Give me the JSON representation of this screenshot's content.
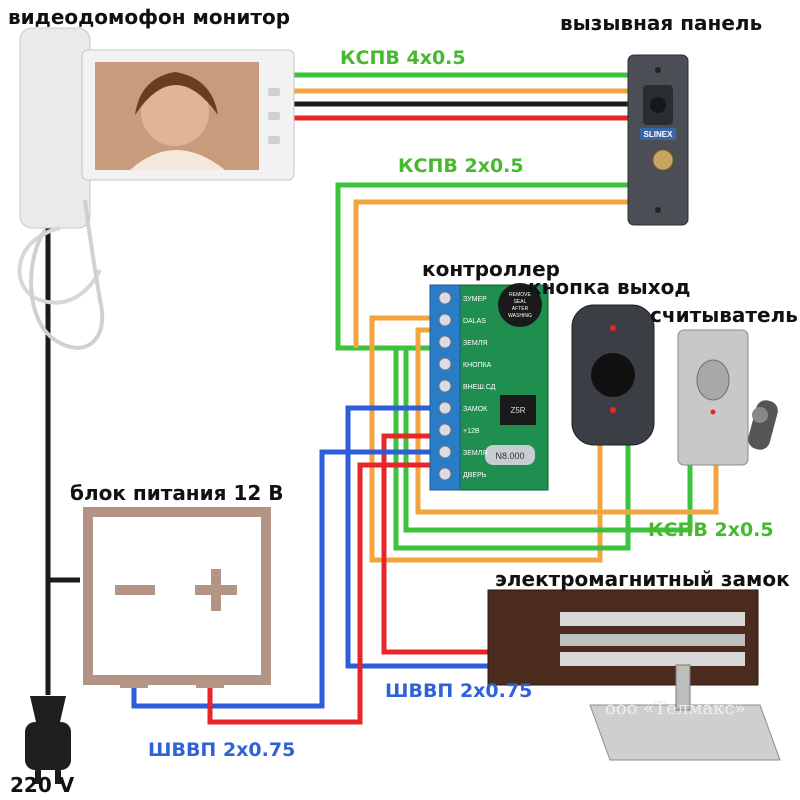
{
  "labels": {
    "monitor": "видеодомофон монитор",
    "call_panel": "вызывная панель",
    "controller": "контроллер",
    "exit_button": "кнопка выход",
    "reader": "считыватель",
    "power_supply": "блок питания 12 В",
    "lock": "электромагнитный замок",
    "voltage": "220 V",
    "watermark": "ооо «Телмакс»"
  },
  "cables": {
    "kspv_4": "КСПВ 4х0.5",
    "kspv_2_top": "КСПВ 2х0.5",
    "kspv_2_bottom": "КСПВ 2х0.5",
    "shvvp_right": "ШВВП 2х0.75",
    "shvvp_left": "ШВВП 2х0.75"
  },
  "controller_terminals": [
    "ЗУМЕР",
    "DALAS",
    "ЗЕМЛЯ",
    "КНОПКА",
    "ВНЕШ.СД",
    "ЗАМОК",
    "+12В",
    "ЗЕМЛЯ",
    "ДВЕРЬ"
  ],
  "controller_chip": "Z5R",
  "crystal": "N8.000",
  "buzzer_text": [
    "REMOVE",
    "SEAL",
    "AFTER",
    "WASHING"
  ],
  "panel_brand": "SLINEX",
  "psu_minus": "−",
  "psu_plus": "+",
  "colors": {
    "green": "#3cc23c",
    "orange": "#f2a53c",
    "black": "#1a1a1a",
    "red": "#e8262a",
    "blue": "#2f5fd8",
    "label_green": "#46b92e",
    "label_blue": "#2f62d6",
    "psu_brown": "#b39485"
  }
}
